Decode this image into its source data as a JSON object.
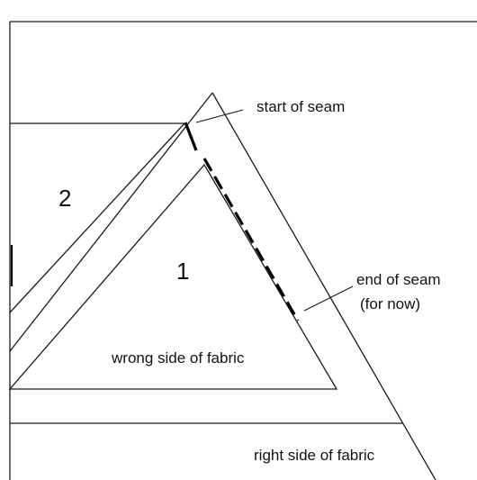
{
  "diagram": {
    "piece_numbers": {
      "piece_2": "2",
      "piece_1": "1"
    },
    "annotations": {
      "start_of_seam": "start of seam",
      "end_of_seam_line1": "end of seam",
      "end_of_seam_line2": "(for now)"
    },
    "region_labels": {
      "wrong_side": "wrong side of fabric",
      "right_side": "right side of fabric"
    },
    "colors": {
      "line": "#1a1a1a",
      "seam": "#000000",
      "background": "#ffffff"
    }
  }
}
